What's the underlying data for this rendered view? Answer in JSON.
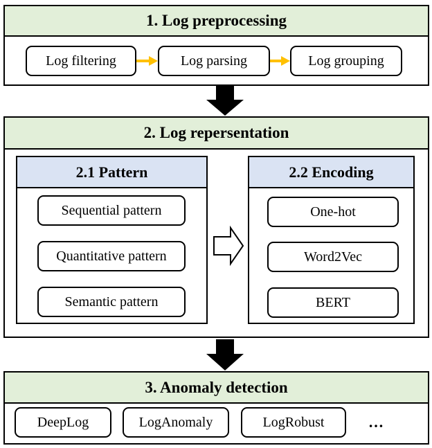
{
  "section1": {
    "title": "1. Log preprocessing",
    "steps": [
      "Log filtering",
      "Log parsing",
      "Log grouping"
    ]
  },
  "section2": {
    "title": "2. Log repersentation",
    "pattern": {
      "title": "2.1 Pattern",
      "items": [
        "Sequential pattern",
        "Quantitative pattern",
        "Semantic pattern"
      ]
    },
    "encoding": {
      "title": "2.2 Encoding",
      "items": [
        "One-hot",
        "Word2Vec",
        "BERT"
      ]
    }
  },
  "section3": {
    "title": "3. Anomaly detection",
    "methods": [
      "DeepLog",
      "LogAnomaly",
      "LogRobust"
    ],
    "more": "…"
  },
  "colors": {
    "section_header": "#e2efd9",
    "sub_header": "#dae3f3",
    "step_arrow": "#ffc000",
    "block_arrow": "#000000"
  }
}
